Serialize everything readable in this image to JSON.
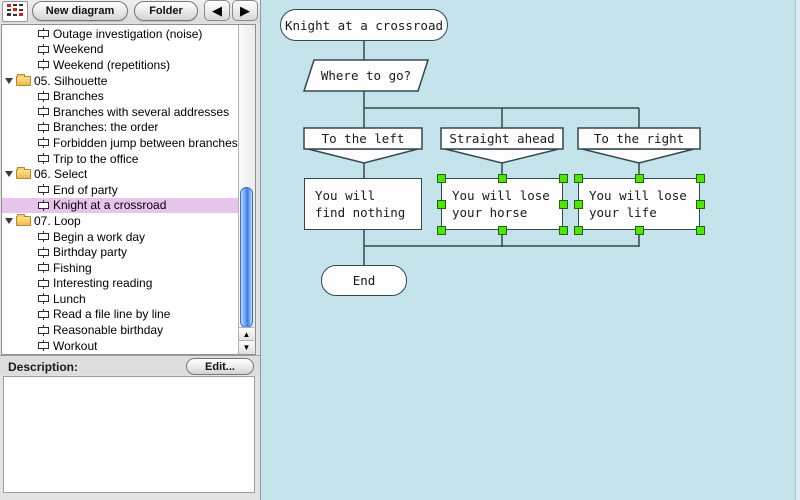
{
  "toolbar": {
    "new_diagram": "New diagram",
    "folder": "Folder",
    "back": "◀",
    "forward": "▶"
  },
  "sidebar": {
    "items": [
      {
        "label": "Outage investigation (noise)",
        "type": "diagram"
      },
      {
        "label": "Weekend",
        "type": "diagram"
      },
      {
        "label": "Weekend (repetitions)",
        "type": "diagram"
      },
      {
        "label": "05. Silhouette",
        "type": "folder"
      },
      {
        "label": "Branches",
        "type": "diagram"
      },
      {
        "label": "Branches with several addresses",
        "type": "diagram"
      },
      {
        "label": "Branches: the order",
        "type": "diagram"
      },
      {
        "label": "Forbidden jump between branches",
        "type": "diagram"
      },
      {
        "label": "Trip to the office",
        "type": "diagram"
      },
      {
        "label": "06. Select",
        "type": "folder"
      },
      {
        "label": "End of party",
        "type": "diagram"
      },
      {
        "label": "Knight at a crossroad",
        "type": "diagram",
        "selected": true
      },
      {
        "label": "07. Loop",
        "type": "folder"
      },
      {
        "label": "Begin a work day",
        "type": "diagram"
      },
      {
        "label": "Birthday party",
        "type": "diagram"
      },
      {
        "label": "Fishing",
        "type": "diagram"
      },
      {
        "label": "Interesting reading",
        "type": "diagram"
      },
      {
        "label": "Lunch",
        "type": "diagram"
      },
      {
        "label": "Read a file line by line",
        "type": "diagram"
      },
      {
        "label": "Reasonable birthday",
        "type": "diagram"
      },
      {
        "label": "Workout",
        "type": "diagram"
      }
    ]
  },
  "description": {
    "label": "Description:",
    "edit_button": "Edit...",
    "text": ""
  },
  "diagram": {
    "title": "Knight at a crossroad",
    "question": "Where to go?",
    "branches": [
      "To the left",
      "Straight ahead",
      "To the right"
    ],
    "actions": [
      {
        "line1": "You will",
        "line2": "find nothing",
        "selected": false
      },
      {
        "line1": "You will lose",
        "line2": "your horse",
        "selected": true
      },
      {
        "line1": "You will lose",
        "line2": "your life",
        "selected": true
      }
    ],
    "end": "End",
    "colors": {
      "canvas_bg": "#c4e3eb",
      "line": "#37474f",
      "shape_fill": "#fdfdfd",
      "selection_handle": "#55e011",
      "selected_row_bg": "#e7c4ec"
    }
  }
}
